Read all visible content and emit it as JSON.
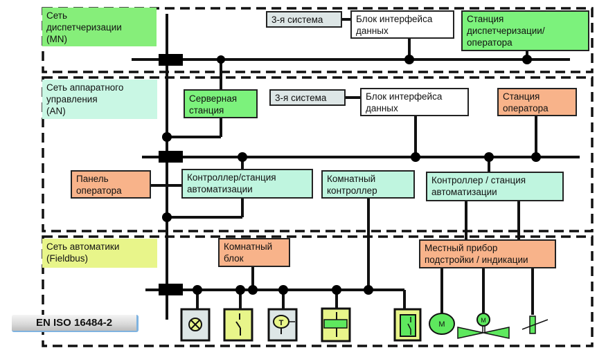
{
  "sections": {
    "mn": {
      "label": "Сеть\nдиспетчеризации\n(MN)"
    },
    "an": {
      "label": "Сеть аппаратного\nуправления\n(AN)"
    },
    "fb": {
      "label": "Сеть автоматики\n(Fieldbus)"
    }
  },
  "mn_nodes": {
    "third_system": "3-я система",
    "data_interface": "Блок интерфейса\nданных",
    "dispatch_station": "Станция\nдиспетчеризации/\nоператора"
  },
  "an_nodes": {
    "server_station": "Серверная\nстанция",
    "third_system": "3-я система",
    "data_interface": "Блок интерфейса\nданных",
    "operator_station": "Станция\nоператора",
    "operator_panel": "Панель\nоператора",
    "controller_station_1": "Контроллер/станция\nавтоматизации",
    "room_controller": "Комнатный\nконтроллер",
    "controller_station_2": "Контроллер / станция\nавтоматизации"
  },
  "fb_nodes": {
    "room_unit": "Комнатный\nблок",
    "local_device": "Местный прибор\nподстройки / индикации"
  },
  "field_devices": [
    {
      "name": "lamp",
      "icon": "lamp-icon"
    },
    {
      "name": "switch",
      "icon": "switch-icon"
    },
    {
      "name": "temperature-sensor",
      "icon": "temperature-sensor-icon",
      "glyph": "T"
    },
    {
      "name": "actuator",
      "icon": "actuator-icon"
    },
    {
      "name": "switch-contact",
      "icon": "switch-contact-icon"
    },
    {
      "name": "motor",
      "icon": "motor-icon",
      "glyph": "M"
    },
    {
      "name": "motorized-valve",
      "icon": "valve-icon",
      "glyph": "M"
    },
    {
      "name": "sensor",
      "icon": "sensor-icon"
    }
  ],
  "standard_badge": "EN ISO 16484-2",
  "colors": {
    "mn_green": "#7cf27c",
    "an_mint": "#bff5df",
    "operator_orange": "#f8b38a",
    "fieldbus_yellow": "#e8f58a",
    "device_grey": "#dde6e6",
    "device_yellow": "#e8f58a",
    "device_green": "#5ee85e"
  }
}
